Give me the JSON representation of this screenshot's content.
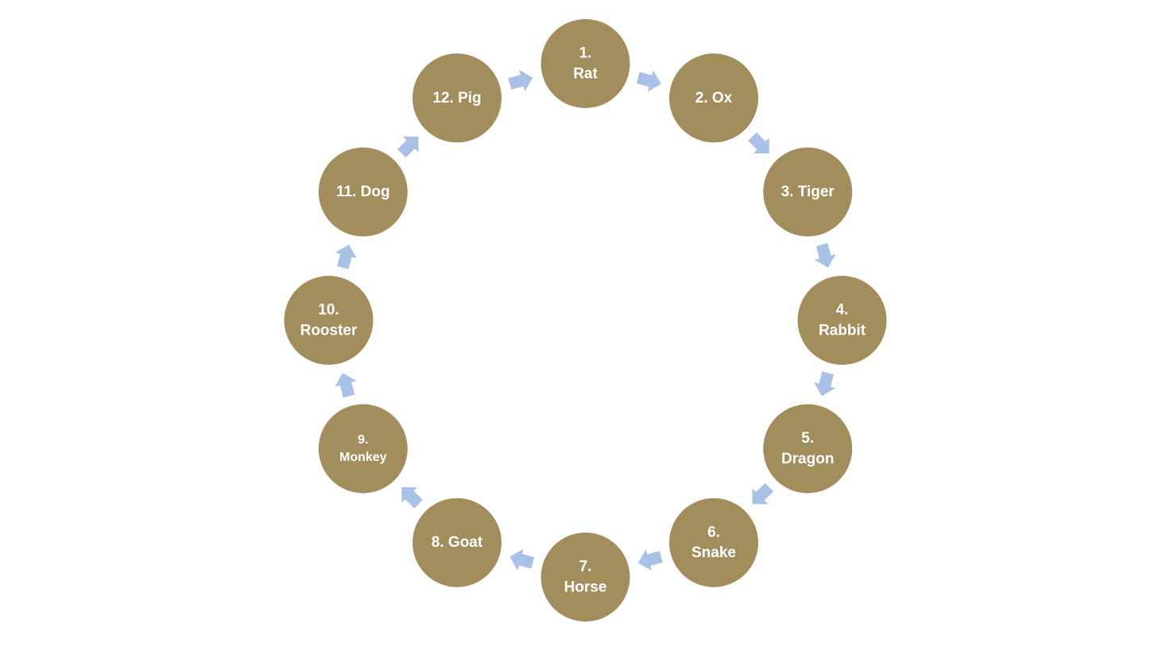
{
  "diagram": {
    "type": "cycle",
    "node_color": "#A28D5D",
    "arrow_color": "#A9C1E6",
    "label_color": "#FFFFFF",
    "nodes": [
      {
        "id": "rat",
        "lines": [
          "1.",
          "Rat"
        ]
      },
      {
        "id": "ox",
        "lines": [
          "2. Ox"
        ]
      },
      {
        "id": "tiger",
        "lines": [
          "3. Tiger"
        ]
      },
      {
        "id": "rabbit",
        "lines": [
          "4.",
          "Rabbit"
        ]
      },
      {
        "id": "dragon",
        "lines": [
          "5.",
          "Dragon"
        ]
      },
      {
        "id": "snake",
        "lines": [
          "6.",
          "Snake"
        ]
      },
      {
        "id": "horse",
        "lines": [
          "7.",
          "Horse"
        ]
      },
      {
        "id": "goat",
        "lines": [
          "8. Goat"
        ]
      },
      {
        "id": "monkey",
        "lines": [
          "9.",
          "Monkey"
        ]
      },
      {
        "id": "rooster",
        "lines": [
          "10.",
          "Rooster"
        ]
      },
      {
        "id": "dog",
        "lines": [
          "11. Dog"
        ]
      },
      {
        "id": "pig",
        "lines": [
          "12. Pig"
        ]
      }
    ],
    "edges": [
      {
        "from": "rat",
        "to": "ox"
      },
      {
        "from": "ox",
        "to": "tiger"
      },
      {
        "from": "tiger",
        "to": "rabbit"
      },
      {
        "from": "rabbit",
        "to": "dragon"
      },
      {
        "from": "dragon",
        "to": "snake"
      },
      {
        "from": "snake",
        "to": "horse"
      },
      {
        "from": "horse",
        "to": "goat"
      },
      {
        "from": "goat",
        "to": "monkey"
      },
      {
        "from": "monkey",
        "to": "rooster"
      },
      {
        "from": "rooster",
        "to": "dog"
      },
      {
        "from": "dog",
        "to": "pig"
      },
      {
        "from": "pig",
        "to": "rat"
      }
    ]
  }
}
